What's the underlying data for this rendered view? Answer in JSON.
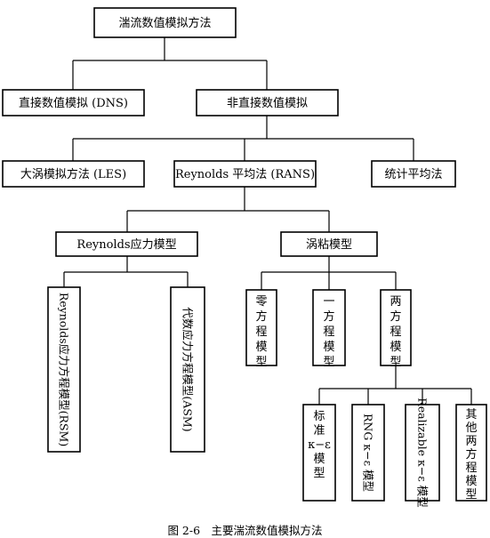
{
  "nodes": {
    "root": "湍流数值模拟方法",
    "dns": "直接数值模拟 (DNS)",
    "non_direct": "非直接数值模拟",
    "les": "大涡模拟方法 (LES)",
    "rans": "Reynolds 平均法 (RANS)",
    "statistical": "统计平均法",
    "reynolds_stress": "Reynolds应力模型",
    "eddy_viscosity": "涡粘模型",
    "rsm": "Reynolds应力方程模型(RSM)",
    "asm": "代数应力方程模型(ASM)",
    "zero_eq": "零方程模型",
    "one_eq": "一方程模型",
    "two_eq": "两方程模型",
    "standard_ke": "标准 κ−ε 模型",
    "rng_ke": "RNG κ−ε 模型",
    "realizable_ke": "Realizable κ−ε 模型",
    "other_two_eq": "其他两方程模型"
  },
  "caption": "图 2-6　主要湍流数值模拟方法"
}
